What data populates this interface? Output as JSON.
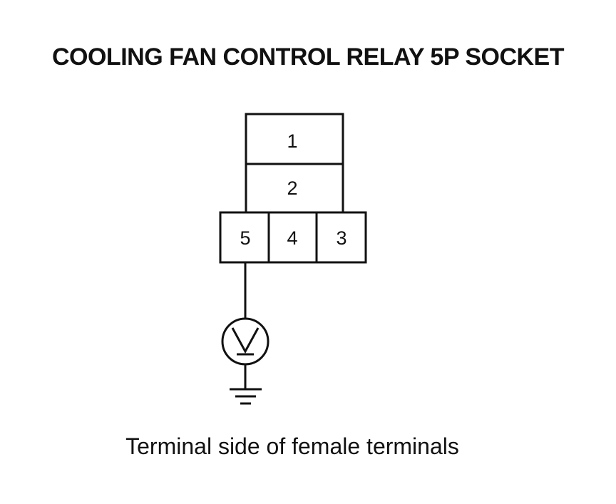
{
  "title": "COOLING FAN CONTROL RELAY 5P SOCKET",
  "connector": {
    "terminals": {
      "t1": "1",
      "t2": "2",
      "t3": "3",
      "t4": "4",
      "t5": "5"
    },
    "probe_terminal": "5"
  },
  "meter": {
    "type": "voltmeter",
    "icon": "voltmeter-icon",
    "symbol": "V"
  },
  "ground": {
    "icon": "ground-icon"
  },
  "caption": "Terminal side of female terminals",
  "colors": {
    "ink": "#111111",
    "background": "#ffffff"
  }
}
